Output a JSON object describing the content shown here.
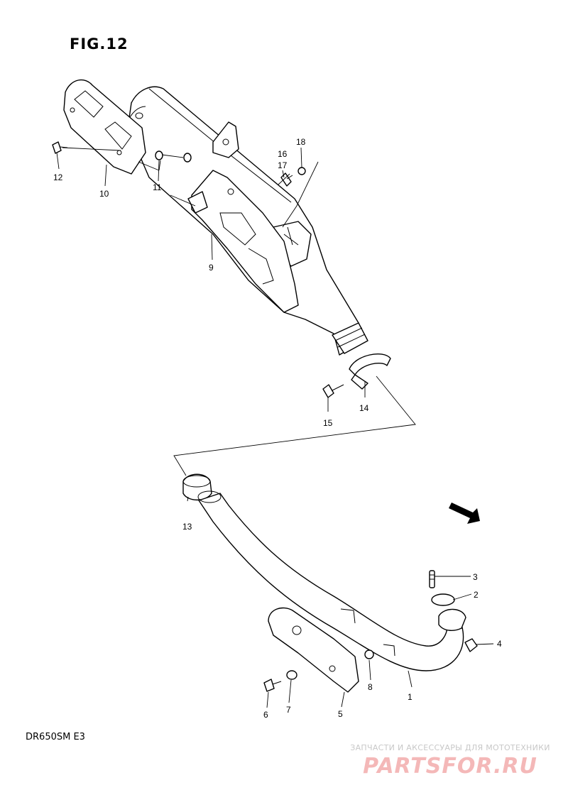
{
  "figure": {
    "title": "FIG.12",
    "model": "DR650SM  E3"
  },
  "callouts": [
    "1",
    "2",
    "3",
    "4",
    "5",
    "6",
    "7",
    "8",
    "9",
    "10",
    "11",
    "12",
    "13",
    "14",
    "15",
    "16",
    "17",
    "18"
  ],
  "watermark": {
    "tagline": "ЗАПЧАСТИ И АКСЕССУАРЫ ДЛЯ МОТОТЕХНИКИ",
    "logo": "PARTSFOR.RU"
  },
  "colors": {
    "line": "#000000",
    "background": "#ffffff",
    "watermark_logo": "#f4b8b8",
    "watermark_text": "#c8c8c8"
  },
  "icons": {
    "front_arrow": "front-direction-arrow-icon"
  }
}
